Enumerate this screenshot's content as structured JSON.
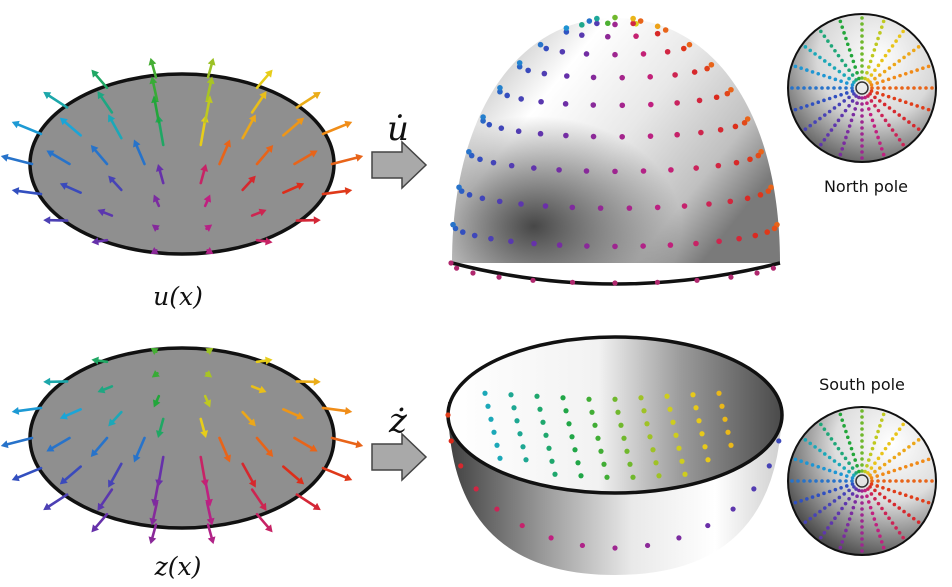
{
  "labels": {
    "u_x": "u(x)",
    "z_x": "z(x)",
    "u_dot": "u̇",
    "z_dot": "ż",
    "north_pole": "North pole",
    "south_pole": "South pole"
  },
  "colors": {
    "disk_fill": "#8f8f8f",
    "outline": "#111111",
    "arrow_fill": "#a9a9a9",
    "palette": [
      "#3050c0",
      "#1aa8d8",
      "#22a63a",
      "#e6d21a",
      "#f08a18",
      "#dc2a1a",
      "#c02080",
      "#6a2fa8"
    ]
  },
  "panels": [
    {
      "id": "top",
      "field": "u",
      "map": "u_dot",
      "sphere": "upper-hemisphere",
      "inset": "north_pole"
    },
    {
      "id": "bottom",
      "field": "z",
      "map": "z_dot",
      "sphere": "lower-hemisphere",
      "inset": "south_pole"
    }
  ]
}
